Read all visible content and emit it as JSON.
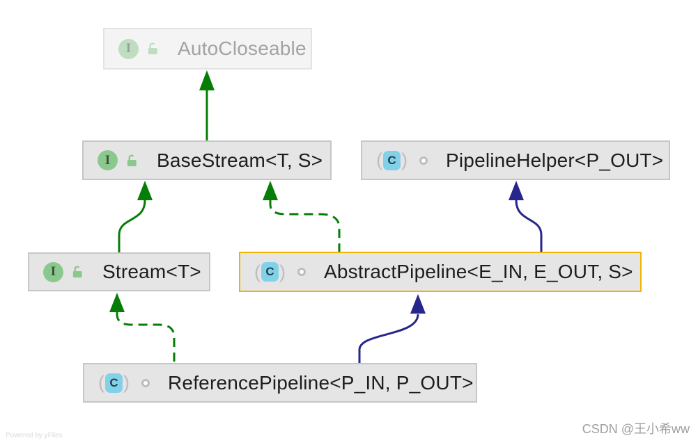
{
  "nodes": {
    "autocloseable": {
      "label": "AutoCloseable",
      "kind": "interface",
      "state": "dimmed"
    },
    "basestream": {
      "label": "BaseStream<T, S>",
      "kind": "interface",
      "state": "normal"
    },
    "pipelinehelper": {
      "label": "PipelineHelper<P_OUT>",
      "kind": "abstract-class",
      "state": "normal"
    },
    "stream": {
      "label": "Stream<T>",
      "kind": "interface",
      "state": "normal"
    },
    "abstractpipeline": {
      "label": "AbstractPipeline<E_IN, E_OUT, S>",
      "kind": "abstract-class",
      "state": "selected"
    },
    "referencepipeline": {
      "label": "ReferencePipeline<P_IN, P_OUT>",
      "kind": "abstract-class",
      "state": "normal"
    }
  },
  "icons": {
    "interface_letter": "I",
    "class_letter": "C",
    "paren_open": "(",
    "paren_close": ")"
  },
  "edges": [
    {
      "from": "BaseStream<T, S>",
      "to": "AutoCloseable",
      "relation": "extends",
      "line": "solid green"
    },
    {
      "from": "Stream<T>",
      "to": "BaseStream<T, S>",
      "relation": "extends",
      "line": "solid green"
    },
    {
      "from": "AbstractPipeline<E_IN, E_OUT, S>",
      "to": "BaseStream<T, S>",
      "relation": "implements",
      "line": "dashed green"
    },
    {
      "from": "AbstractPipeline<E_IN, E_OUT, S>",
      "to": "PipelineHelper<P_OUT>",
      "relation": "extends",
      "line": "solid navy"
    },
    {
      "from": "ReferencePipeline<P_IN, P_OUT>",
      "to": "Stream<T>",
      "relation": "implements",
      "line": "dashed green"
    },
    {
      "from": "ReferencePipeline<P_IN, P_OUT>",
      "to": "AbstractPipeline<E_IN, E_OUT, S>",
      "relation": "extends",
      "line": "solid navy"
    }
  ],
  "colors": {
    "interface_edge": "#067d06",
    "class_edge": "#26268c",
    "selected_border": "#f0b400",
    "node_bg": "#e5e5e5",
    "node_border": "#c6c6c6",
    "interface_icon": "#8bc88d",
    "class_icon": "#82d1e8",
    "lock_icon": "#8bc88d"
  },
  "watermarks": {
    "powered_by": "Powered by yFiles",
    "credit": "CSDN @王小希ww"
  }
}
